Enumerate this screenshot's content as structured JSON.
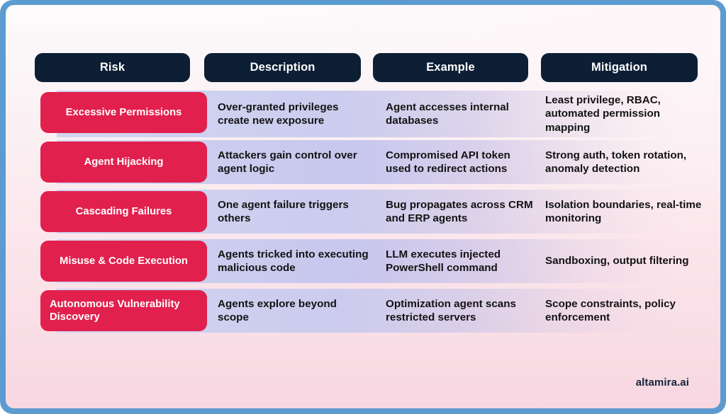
{
  "slide": {
    "brand": "altamira.ai",
    "colors": {
      "frame_border": "#5b9bd0",
      "header_pill": "#0d1f35",
      "risk_pill": "#e1204e",
      "row_band": "#ccd0ef",
      "body_text": "#131313",
      "brand_text": "#13233c",
      "card_top": "#fcfbfc",
      "card_bottom": "#f8d7e1"
    }
  },
  "table": {
    "columns": [
      {
        "key": "risk",
        "label": "Risk"
      },
      {
        "key": "description",
        "label": "Description"
      },
      {
        "key": "example",
        "label": "Example"
      },
      {
        "key": "mitigation",
        "label": "Mitigation"
      }
    ],
    "rows": [
      {
        "risk": "Excessive Permissions",
        "description": "Over-granted privileges create new exposure",
        "example": "Agent accesses internal databases",
        "mitigation": "Least privilege, RBAC, automated permission mapping"
      },
      {
        "risk": "Agent Hijacking",
        "description": "Attackers gain control over agent logic",
        "example": "Compromised API token used to redirect actions",
        "mitigation": "Strong auth, token rotation, anomaly detection"
      },
      {
        "risk": "Cascading Failures",
        "description": "One agent failure triggers others",
        "example": "Bug propagates across CRM and ERP agents",
        "mitigation": "Isolation boundaries, real-time monitoring"
      },
      {
        "risk": "Misuse & Code Execution",
        "description": "Agents tricked into executing malicious code",
        "example": "LLM executes injected PowerShell command",
        "mitigation": "Sandboxing, output filtering"
      },
      {
        "risk": "Autonomous Vulnerability Discovery",
        "description": "Agents explore beyond scope",
        "example": "Optimization agent scans restricted servers",
        "mitigation": "Scope constraints, policy enforcement"
      }
    ]
  }
}
